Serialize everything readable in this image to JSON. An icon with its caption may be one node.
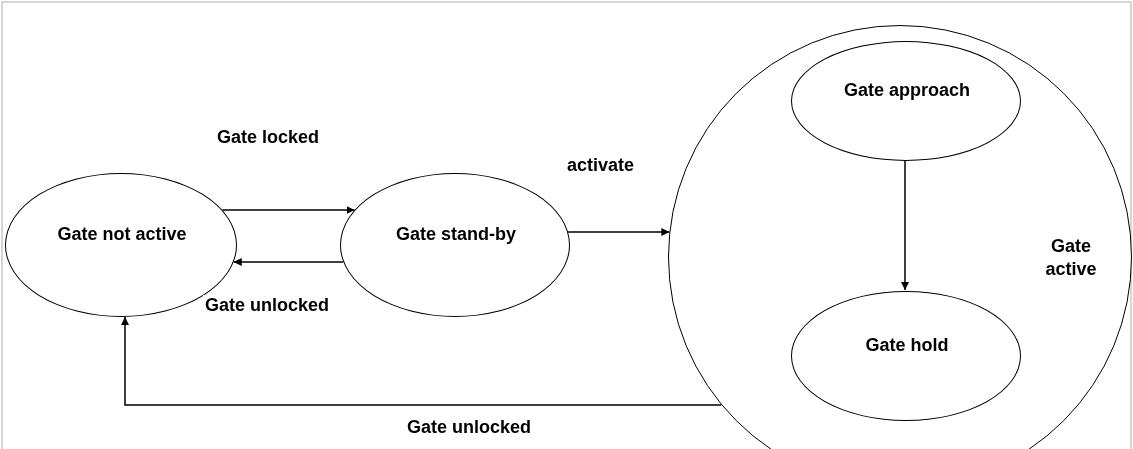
{
  "diagram": {
    "nodes": [
      {
        "text": [
          "Gate not active"
        ]
      },
      {
        "text": [
          "Gate stand-by"
        ]
      },
      {
        "text": [
          "Gate active"
        ]
      },
      {
        "text": [
          "Gate approach"
        ],
        "in": 2
      },
      {
        "text": [
          "Gate hold"
        ],
        "in": 2
      }
    ],
    "edges": [
      {
        "from": 0,
        "to": 1,
        "arrow": "to",
        "label": "Gate locked"
      },
      {
        "from": 1,
        "to": 0,
        "arrow": "to",
        "label": "Gate unlocked"
      },
      {
        "from": 1,
        "to": 2,
        "arrow": "to",
        "label": "activate"
      },
      {
        "from": 3,
        "to": 4,
        "arrow": "to"
      },
      {
        "from": 2,
        "to": 0,
        "arrow": "to",
        "label": "Gate unlocked"
      }
    ]
  }
}
